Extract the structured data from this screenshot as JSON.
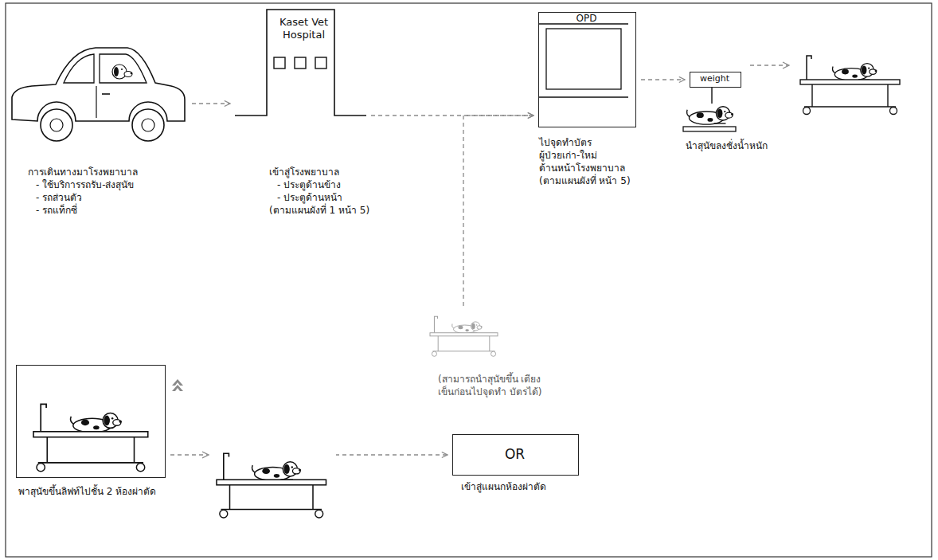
{
  "diagram": {
    "nodes": [
      {
        "text": [
          "การเดินทางมาโรงพยาบาล",
          "- ใช้บริการรถรับ-ส่งสุนัข",
          "- รถส่วนตัว",
          "- รถแท็กซี่"
        ]
      },
      {
        "text": [
          "Kaset Vet Hospital",
          "เข้าสู่โรงพยาบาล",
          "- ประตูด้านข้าง",
          "- ประตูด้านหน้า",
          "(ตามแผนผังที่ 1 หน้า 5)"
        ]
      },
      {
        "text": [
          "OPD",
          "ไปจุดทำบัตร",
          "ผู้ป่วยเก่า-ใหม่",
          "ด้านหน้าโรงพยาบาล",
          "(ตามแผนผังที่ หน้า 5)"
        ]
      },
      {
        "text": [
          "weight",
          "นำสุนัขลงชั่งน้ำหนัก"
        ]
      },
      {
        "text": [
          "(สามารถนำสุนัขขึ้น เตียงเข็นก่อนไปจุดทำ บัตรได้)"
        ]
      },
      {
        "text": [
          "พาสุนัขขึ้นลิฟท์ไปชั้น 2 ห้องผ่าตัด"
        ]
      },
      {
        "text": [
          "OR",
          "เข้าสู่แผนกห้องผ่าตัด"
        ]
      }
    ],
    "edges": [
      {
        "from": 0,
        "to": 1,
        "arrow": "to"
      },
      {
        "from": 1,
        "to": 2,
        "arrow": "to"
      },
      {
        "from": 4,
        "to": 2,
        "arrow": "to"
      },
      {
        "from": 2,
        "to": 3,
        "arrow": "to"
      },
      {
        "from": 5,
        "to": 6,
        "arrow": "to"
      }
    ]
  }
}
